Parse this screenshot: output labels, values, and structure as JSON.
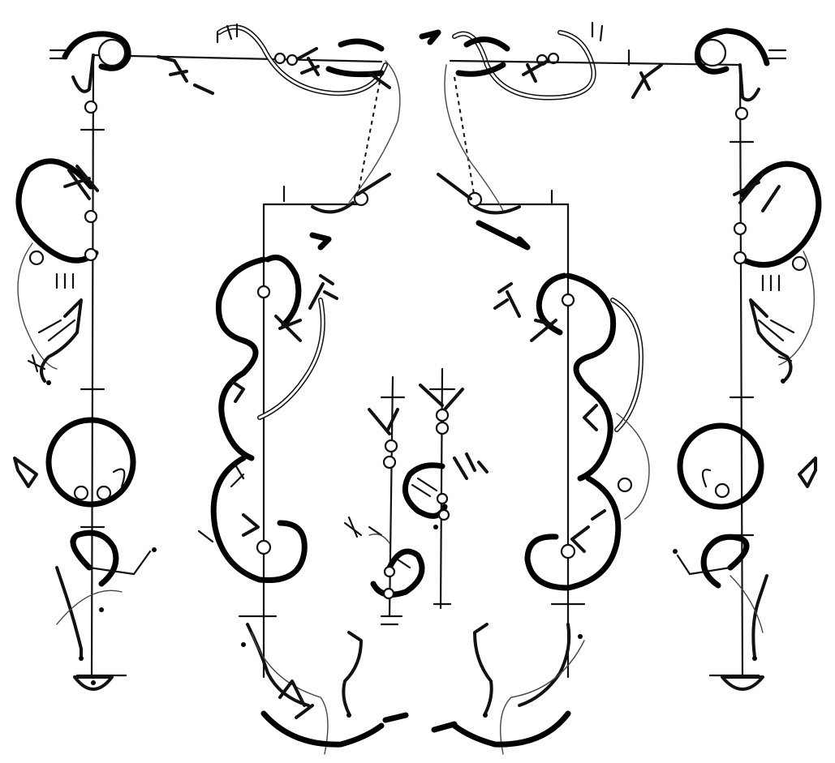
{
  "figure": {
    "colors": {
      "ink": "#000000",
      "paper": "#ffffff"
    },
    "panels": [
      "left-outer-staff",
      "left-inner-staff",
      "right-inner-staff",
      "right-outer-staff",
      "center-branches"
    ]
  }
}
